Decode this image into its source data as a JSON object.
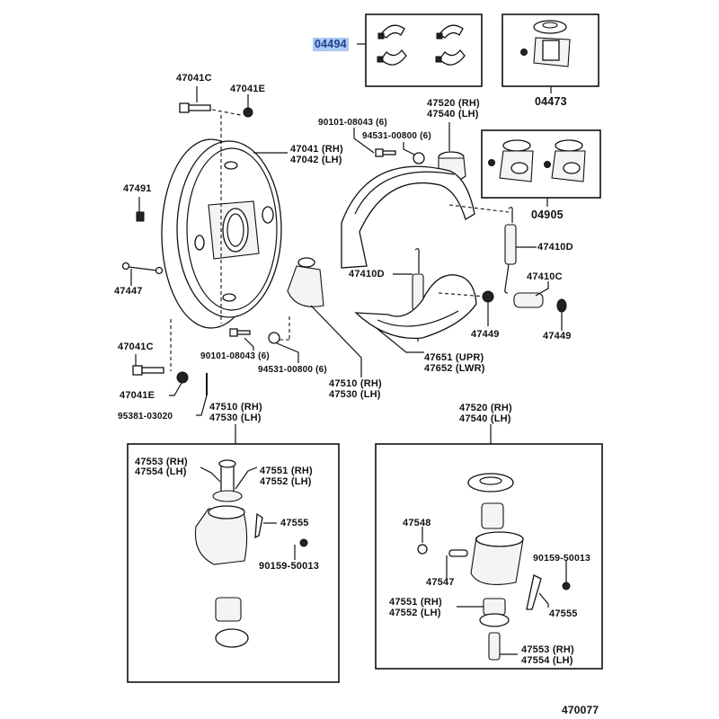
{
  "diagram": {
    "title": "Rear Brake Backing Plate & Wheel Cylinder Assembly",
    "reference_number": "470077",
    "highlighted_part": "04494",
    "highlight_color": "#a9c8f3"
  },
  "labels": {
    "kit_shoe": "04494",
    "kit_cyl": "04473",
    "kit_cup": "04905",
    "bolt_top": "47041C",
    "nut_top": "47041E",
    "plate_rh": "47041 (RH)",
    "plate_lh": "47042 (LH)",
    "plug": "47491",
    "rod": "47447",
    "bolt_bot": "47041C",
    "nut_bot": "47041E",
    "pin": "95381-03020",
    "screw_a": "90101-08043 (6)",
    "washer_a": "94531-00800 (6)",
    "cyl_top_rh": "47520 (RH)",
    "cyl_top_lh": "47540 (LH)",
    "spring_d_right": "47410D",
    "spring_d_left": "47410D",
    "spring_c": "47410C",
    "cup_a": "47449",
    "cup_b": "47449",
    "shoe_upr": "47651 (UPR)",
    "shoe_lwr": "47652 (LWR)",
    "screw_b": "90101-08043 (6)",
    "washer_b": "94531-00800 (6)",
    "cyl_mid_rh": "47510 (RH)",
    "cyl_mid_lh": "47530 (LH)",
    "cyl_left_rh": "47510 (RH)",
    "cyl_left_lh": "47530 (LH)",
    "cyl_right_rh": "47520 (RH)",
    "cyl_right_lh": "47540 (LH)"
  },
  "box_left": {
    "screw_rh": "47553 (RH)",
    "screw_lh": "47554 (LH)",
    "adjuster_rh": "47551 (RH)",
    "adjuster_lh": "47552 (LH)",
    "lever": "47555",
    "bolt": "90159-50013"
  },
  "box_right": {
    "cap": "47548",
    "bleeder": "47547",
    "bolt": "90159-50013",
    "adjuster_rh": "47551 (RH)",
    "adjuster_lh": "47552 (LH)",
    "lever": "47555",
    "screw_rh": "47553 (RH)",
    "screw_lh": "47554 (LH)"
  }
}
